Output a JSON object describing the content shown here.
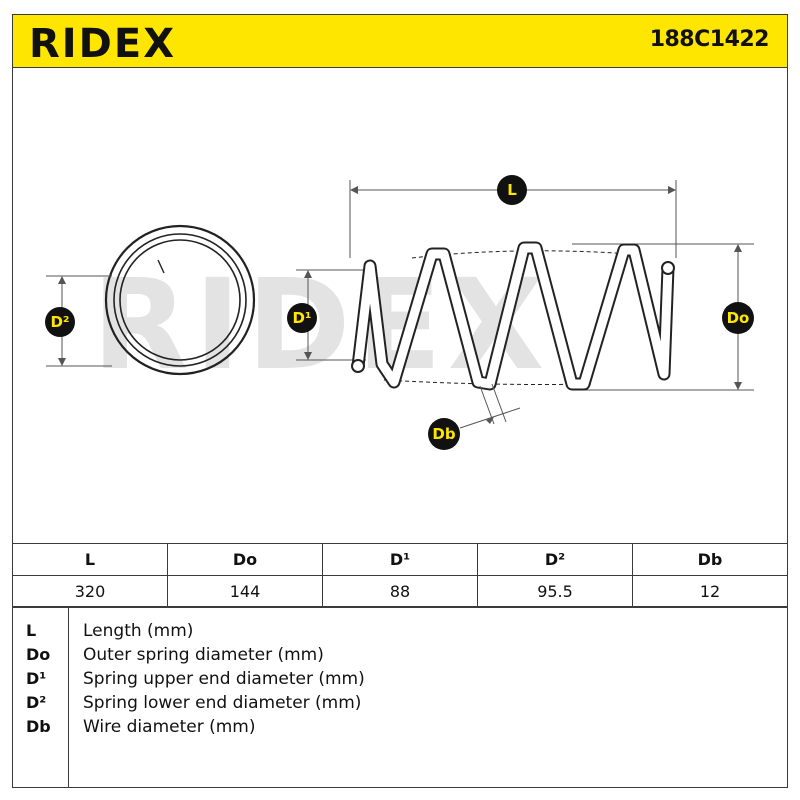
{
  "header": {
    "brand": "RIDEX",
    "part_number": "188C1422",
    "accent_color": "#ffe600"
  },
  "diagram": {
    "watermark": "RIDEX",
    "labels": {
      "length": "L",
      "outer_diameter": "Do",
      "upper_diameter": "D¹",
      "lower_diameter": "D²",
      "wire_diameter": "Db"
    },
    "icons": [
      "coil-spring-drawing",
      "spring-end-ring-drawing"
    ]
  },
  "table": {
    "headers": [
      "L",
      "Do",
      "D¹",
      "D²",
      "Db"
    ],
    "values": [
      "320",
      "144",
      "88",
      "95.5",
      "12"
    ]
  },
  "legend": [
    {
      "code": "L",
      "desc": "Length (mm)"
    },
    {
      "code": "Do",
      "desc": "Outer spring diameter (mm)"
    },
    {
      "code": "D¹",
      "desc": "Spring upper end diameter (mm)"
    },
    {
      "code": "D²",
      "desc": "Spring lower end diameter (mm)"
    },
    {
      "code": "Db",
      "desc": "Wire diameter (mm)"
    }
  ]
}
